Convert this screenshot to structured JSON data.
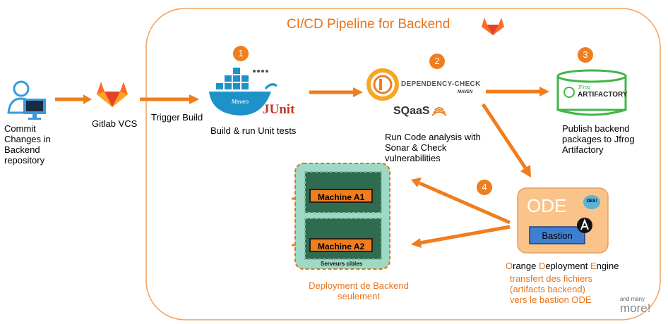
{
  "title": "CI/CD Pipeline for Backend",
  "steps": {
    "s1": "1",
    "s2": "2",
    "s3": "3",
    "s4": "4"
  },
  "developer": {
    "label": "Commit Changes in Backend repository"
  },
  "gitlab": {
    "label": "Gitlab VCS"
  },
  "trigger": {
    "label": "Trigger Build"
  },
  "build": {
    "label": "Build & run Unit tests",
    "maven_text": "Maven",
    "junit_text": "JUnit"
  },
  "analysis": {
    "dependency_check": "DEPENDENCY-CHECK",
    "dependency_sub": "MAVEN",
    "sqaas": "SQaaS",
    "label": "Run Code analysis with Sonar & Check vulnerabilities"
  },
  "publish": {
    "jfrog": "JFrog",
    "artifactory": "ARTIFACTORY",
    "label": "Publish backend packages to Jfrog Artifactory"
  },
  "ode": {
    "title": "ODE",
    "badge": "DES!",
    "bastion": "Bastion",
    "engine_label_parts": [
      "O",
      "range ",
      "D",
      "eployment ",
      "E",
      "ngine"
    ],
    "transfer_label": [
      "transfert des fichiers",
      "(artifacts backend)",
      "vers le bastion ODE"
    ]
  },
  "servers": {
    "machine_a1": "Machine A1",
    "machine_a2": "Machine A2",
    "caption": "Serveurs cibles"
  },
  "deploy": {
    "label_line1": "Deployment de Backend",
    "label_line2": "seulement"
  },
  "footer": {
    "and_many": "and many",
    "more": "more!"
  },
  "colors": {
    "accent": "#f07d1e",
    "frame": "#f2a05a",
    "server_bg": "#9fd8c4",
    "server_inner": "#2f6b4f",
    "ode_bg": "#f9c389",
    "bastion": "#3f7fd0"
  }
}
